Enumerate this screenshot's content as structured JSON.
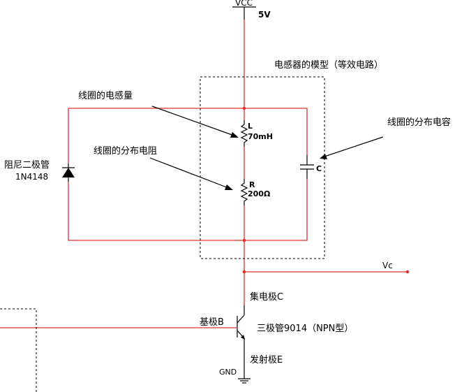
{
  "supply": {
    "net_name": "VCC",
    "voltage": "5V"
  },
  "inductor_model": {
    "title": "电感器的模型（等效电路）",
    "inductor_designator": "L",
    "inductor_value": "70mH",
    "resistor_designator": "R",
    "resistor_value": "200Ω",
    "capacitor_designator": "C"
  },
  "annotations": {
    "coil_inductance": "线圈的电感量",
    "coil_resistance": "线圈的分布电阻",
    "coil_capacitance": "线圈的分布电容",
    "damping_diode_name": "阻尼二极管",
    "damping_diode_part": "1N4148"
  },
  "output": {
    "net_name": "Vc"
  },
  "transistor": {
    "collector_label": "集电极C",
    "base_label": "基极B",
    "emitter_label": "发射极E",
    "part_label": "三极管9014（NPN型）"
  },
  "ground": {
    "net_name": "GND"
  },
  "colors": {
    "wire": "#e03030",
    "ink": "#000000",
    "background": "#ffffff"
  }
}
